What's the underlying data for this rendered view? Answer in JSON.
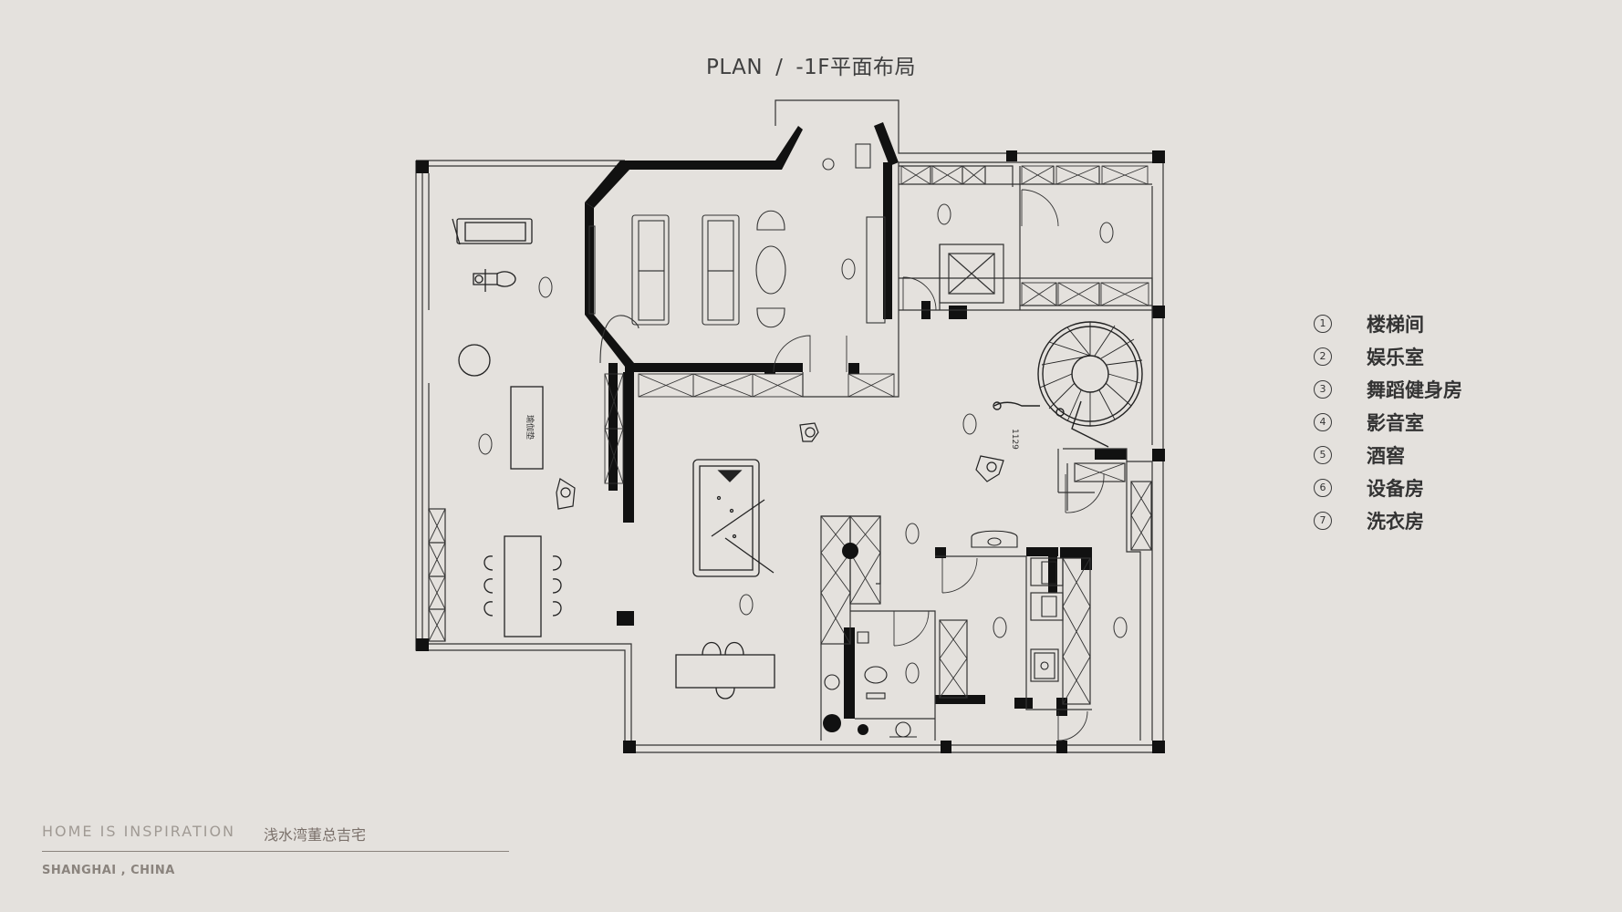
{
  "header": {
    "plan": "PLAN",
    "separator": "/",
    "floor_title": "-1F平面布局"
  },
  "legend": {
    "items": [
      {
        "num": "1",
        "label": "楼梯间"
      },
      {
        "num": "2",
        "label": "娱乐室"
      },
      {
        "num": "3",
        "label": "舞蹈健身房"
      },
      {
        "num": "4",
        "label": "影音室"
      },
      {
        "num": "5",
        "label": "酒窖"
      },
      {
        "num": "6",
        "label": "设备房"
      },
      {
        "num": "7",
        "label": "洗衣房"
      }
    ]
  },
  "footer": {
    "slogan": "HOME IS INSPIRATION",
    "project": "浅水湾董总吉宅",
    "city": "SHANGHAI , CHINA"
  },
  "plan_labels": {
    "yoga_mat": "瑜伽垫",
    "step_label": "1129"
  },
  "colors": {
    "background": "#e4e1dd",
    "wall": "#111111",
    "line": "#333333"
  }
}
